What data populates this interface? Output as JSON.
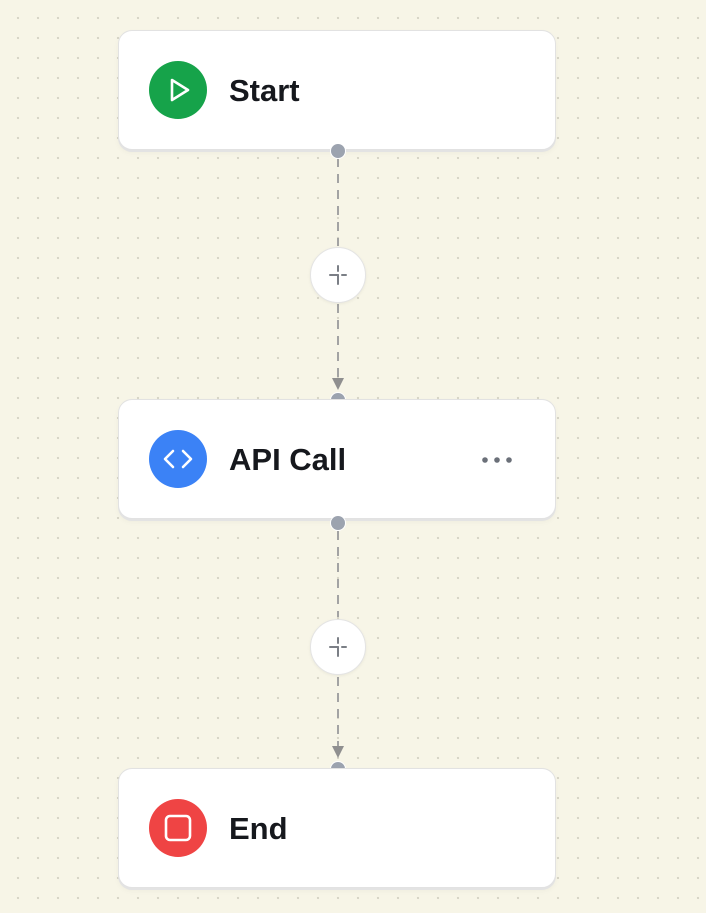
{
  "workflow": {
    "nodes": [
      {
        "id": "start",
        "label": "Start",
        "icon": "play-icon",
        "color": "#16a34a"
      },
      {
        "id": "api_call",
        "label": "API Call",
        "icon": "code-icon",
        "color": "#3b82f6",
        "menu_icon": "more-horizontal-icon"
      },
      {
        "id": "end",
        "label": "End",
        "icon": "stop-icon",
        "color": "#ef4444"
      }
    ],
    "connectors": [
      {
        "from": "start",
        "to": "api_call",
        "add_icon": "plus-icon",
        "style": "dashed"
      },
      {
        "from": "api_call",
        "to": "end",
        "add_icon": "plus-icon",
        "style": "dashed"
      }
    ]
  },
  "theme": {
    "canvas_background": "#f7f5e7",
    "node_background": "#ffffff",
    "handle_color": "#9ca3af",
    "connector_color": "#a3a3a3"
  }
}
